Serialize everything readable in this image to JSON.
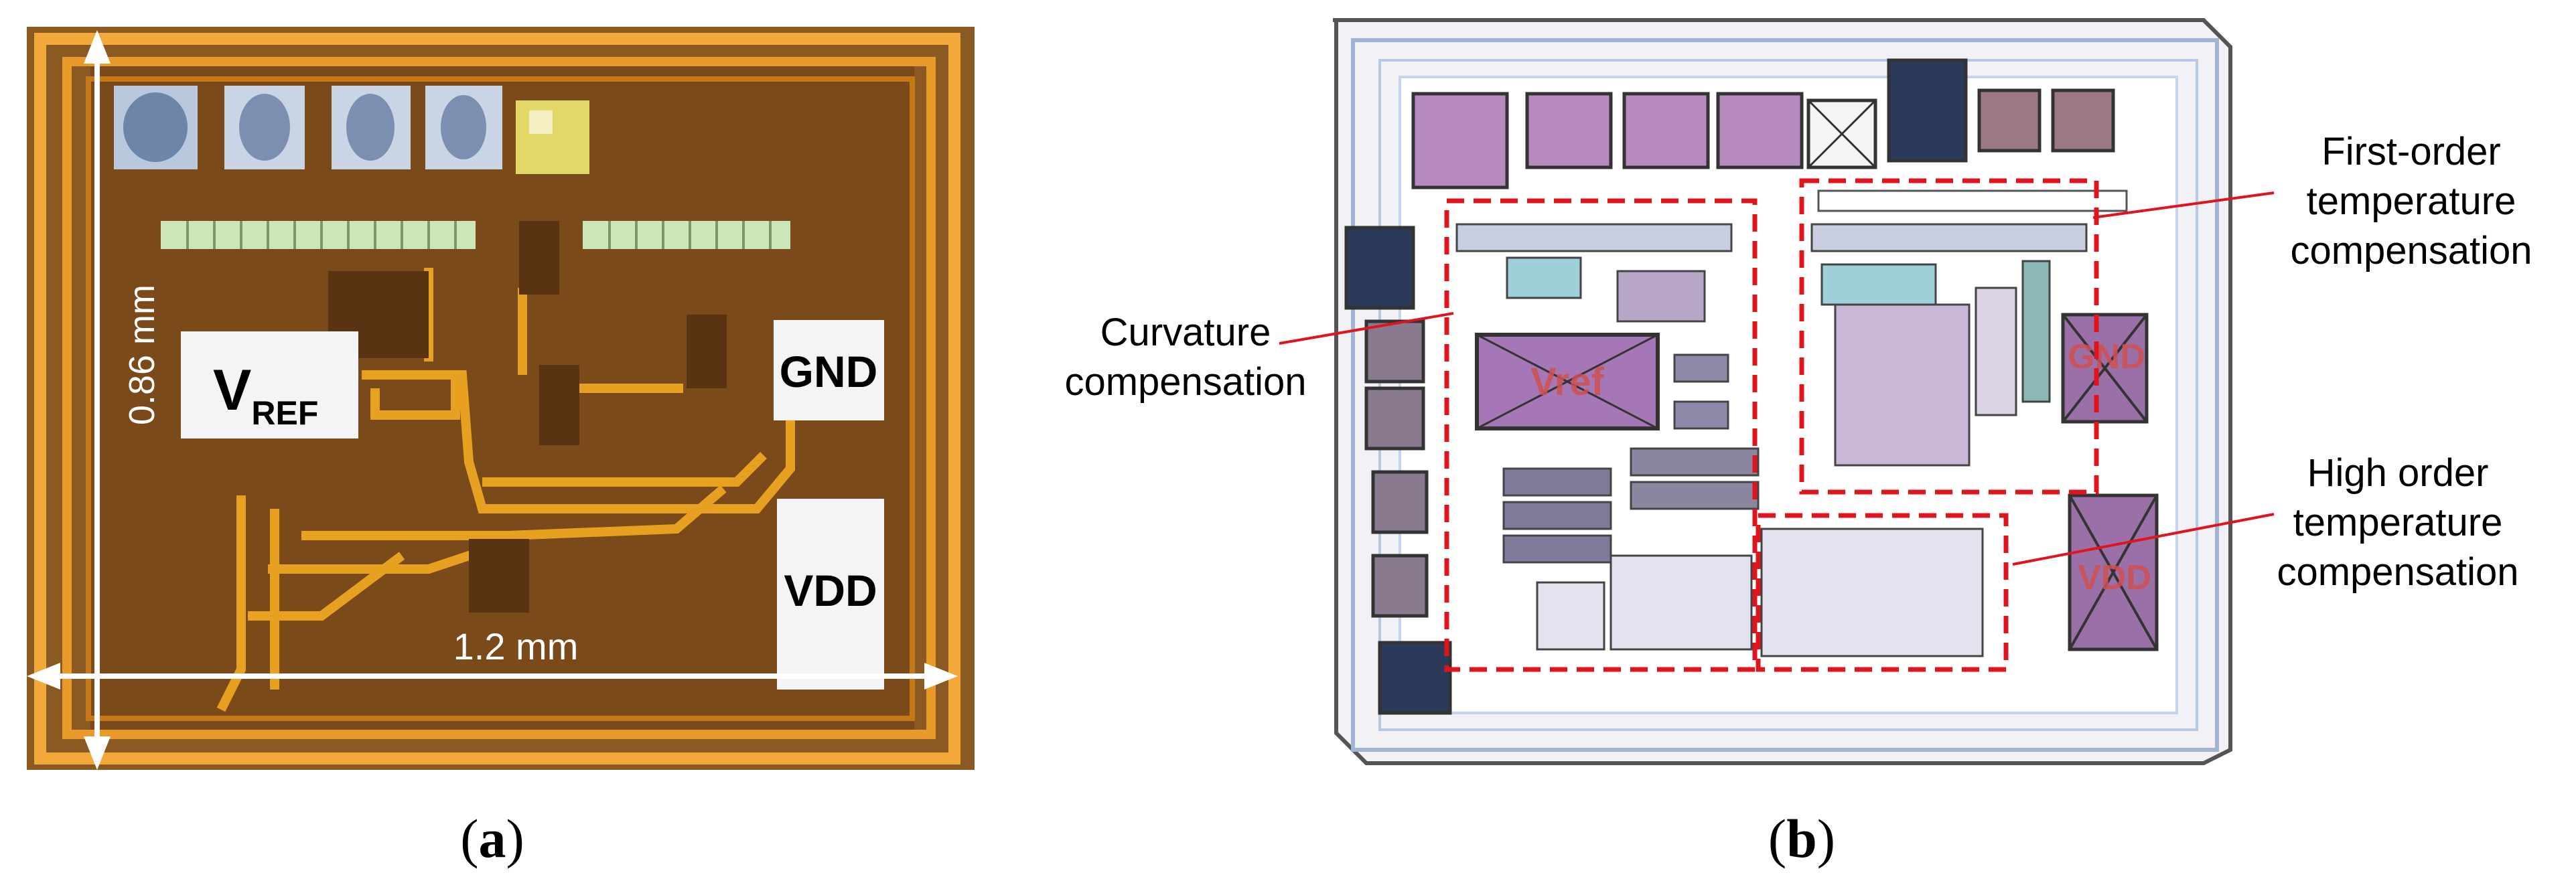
{
  "panel_a": {
    "label": "(a)",
    "label_parts": {
      "open": "(",
      "letter": "a",
      "close": ")"
    },
    "vertical_dimension": "0.86 mm",
    "horizontal_dimension": "1.2 mm",
    "pad_vref": "V",
    "pad_vref_sub": "REF",
    "pad_gnd": "GND",
    "pad_vdd": "VDD"
  },
  "panel_b": {
    "label": "(b)",
    "label_parts": {
      "open": "(",
      "letter": "b",
      "close": ")"
    },
    "layout_labels": {
      "vref": "Vref",
      "gnd": "GND",
      "vdd": "VDD"
    },
    "annotations": {
      "curvature": [
        "Curvature",
        "compensation"
      ],
      "first_order": [
        "First-order",
        "temperature",
        "compensation"
      ],
      "high_order": [
        "High order",
        "temperature",
        "compensation"
      ]
    }
  },
  "colors": {
    "die_brown": "#7a4a1a",
    "metal_gold": "#e8a020",
    "layout_bg": "#f2f2f6",
    "dashed_box": "#e0141c",
    "pad_purple": "#9b6fa8"
  }
}
